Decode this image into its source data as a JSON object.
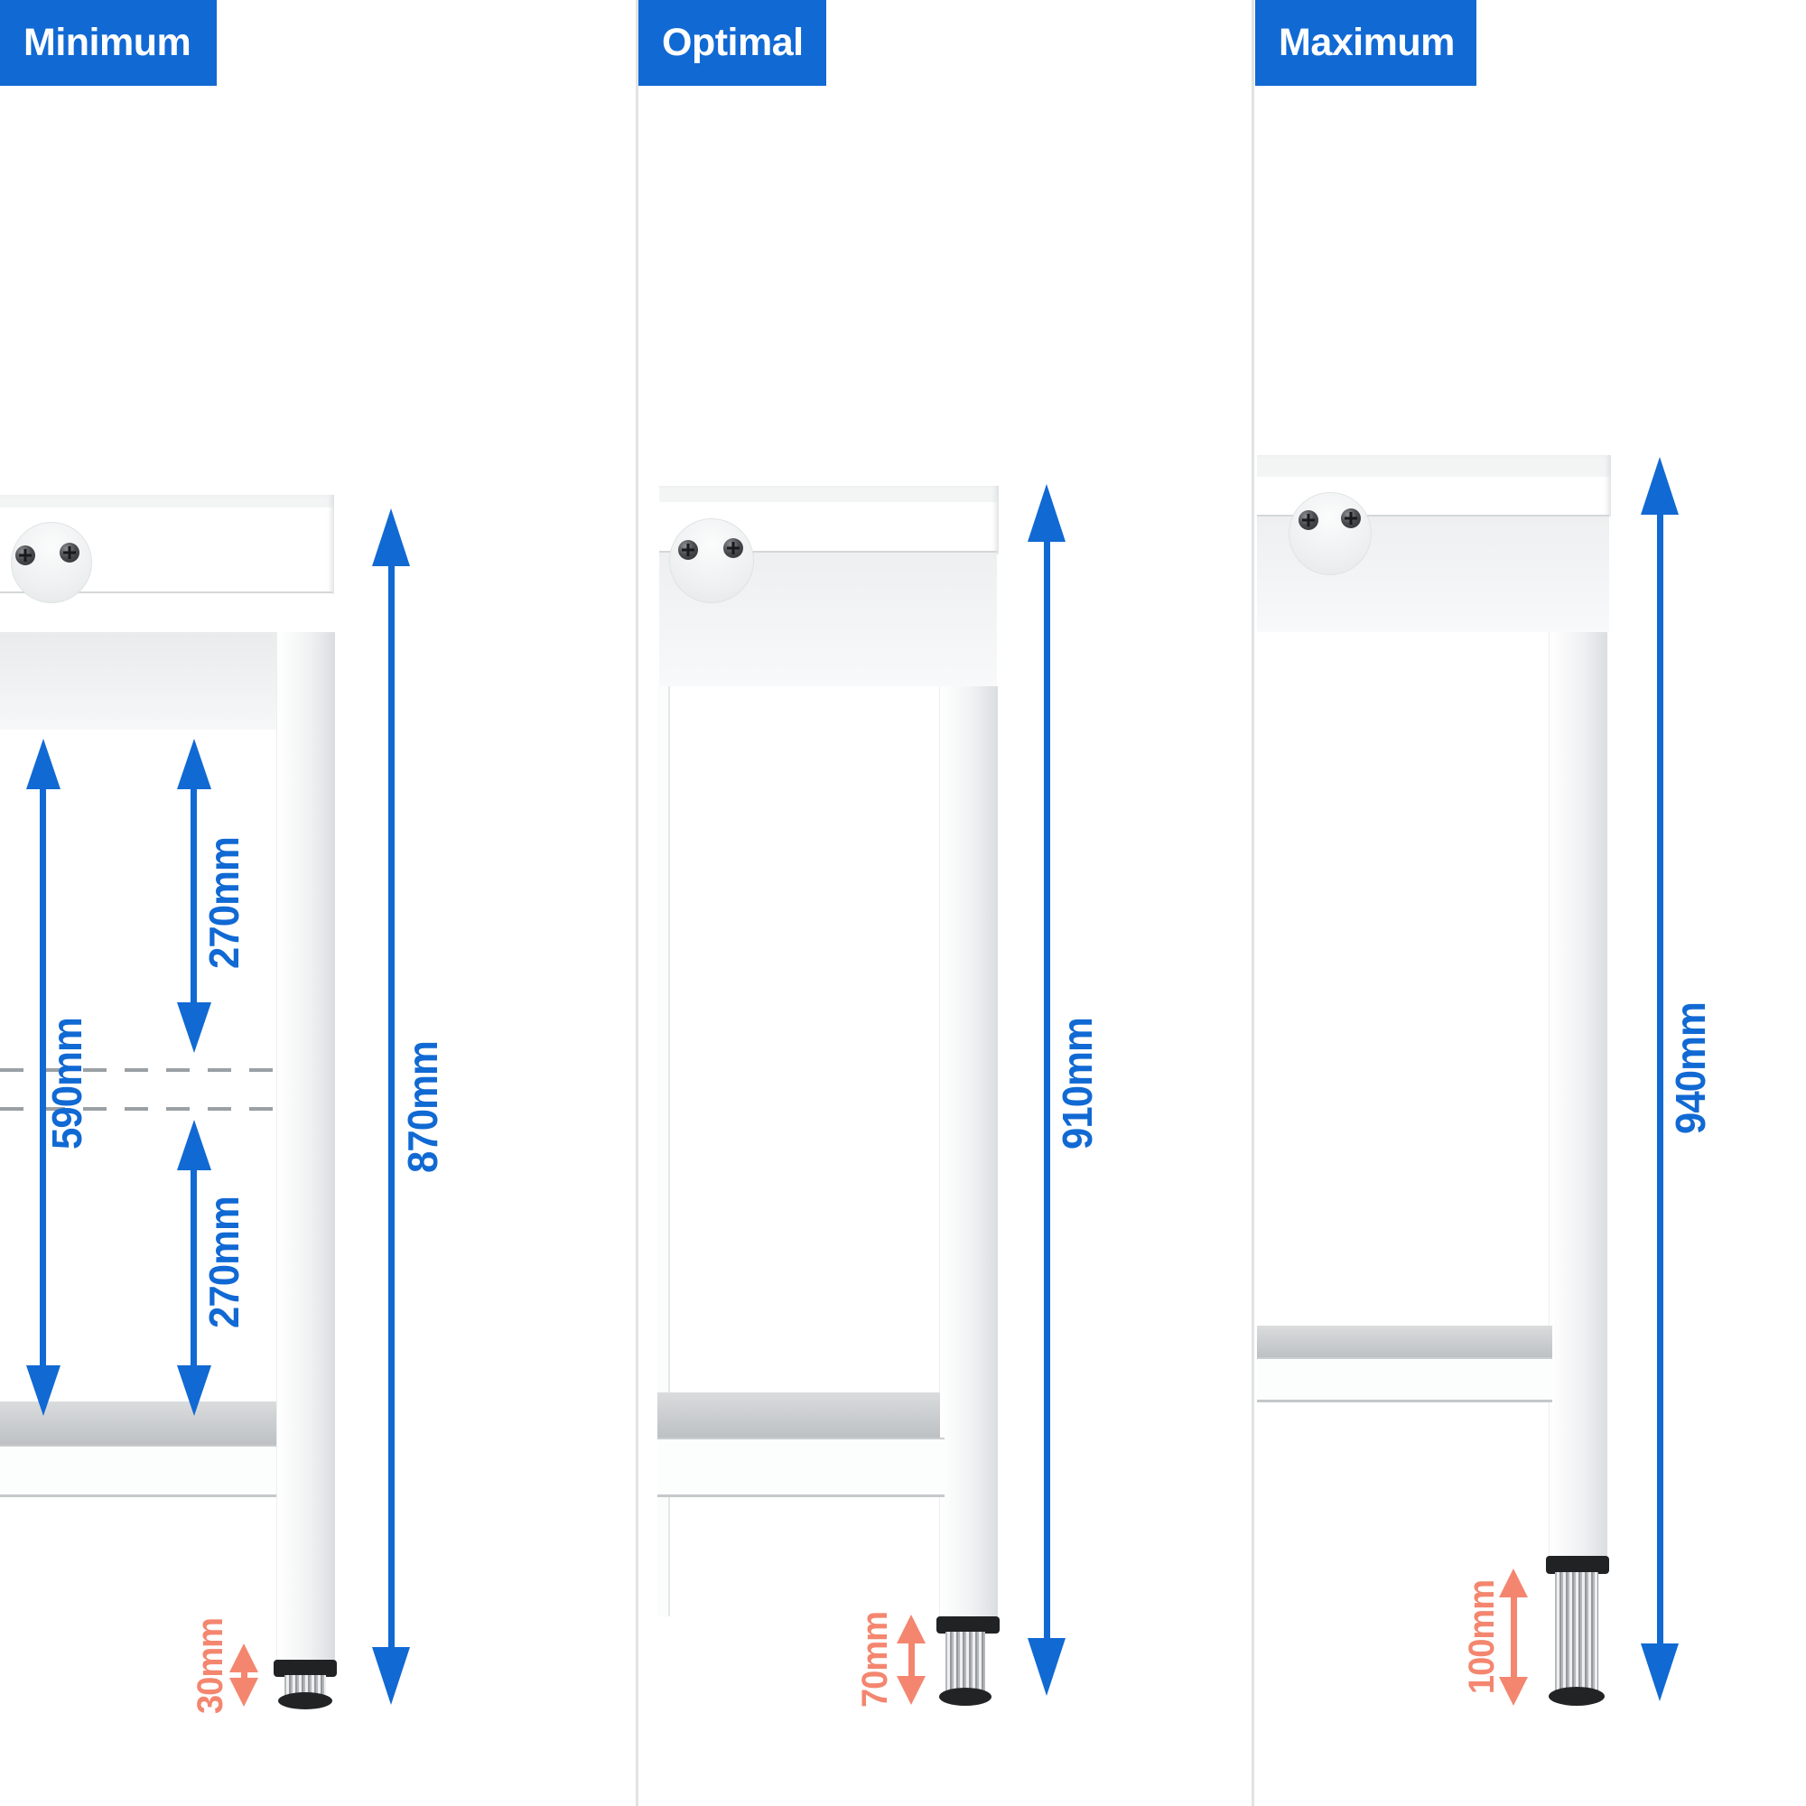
{
  "colors": {
    "accent_blue": "#1169D3",
    "foot_salmon": "#F4866F"
  },
  "panels": [
    {
      "title": "Minimum",
      "total_height": {
        "label": "870mm"
      },
      "clearance_height": {
        "label": "590mm"
      },
      "upper_gap": {
        "label": "270mm"
      },
      "lower_gap": {
        "label": "270mm"
      },
      "foot_adjust": {
        "label": "30mm"
      }
    },
    {
      "title": "Optimal",
      "total_height": {
        "label": "910mm"
      },
      "foot_adjust": {
        "label": "70mm"
      }
    },
    {
      "title": "Maximum",
      "total_height": {
        "label": "940mm"
      },
      "foot_adjust": {
        "label": "100mm"
      }
    }
  ]
}
